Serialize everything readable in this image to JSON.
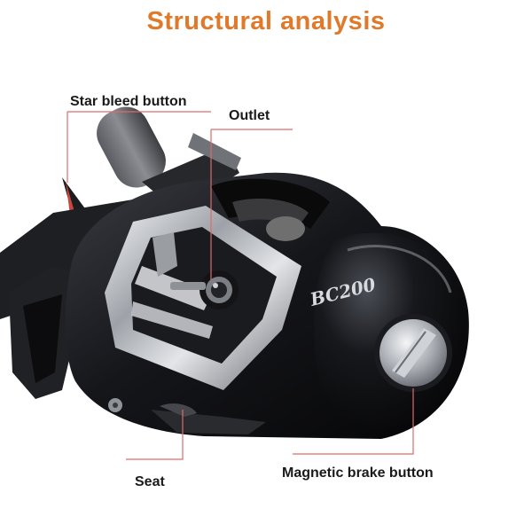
{
  "title": "Structural analysis",
  "colors": {
    "title": "#e07a2a",
    "leader_line": "#e06a6a",
    "label": "#1a1a1a",
    "reel_body": "#121316",
    "chrome": "#b8bcc2"
  },
  "labels": {
    "star_bleed_button": "Star bleed button",
    "outlet": "Outlet",
    "seat": "Seat",
    "magnetic_brake_button": "Magnetic brake button"
  },
  "reel": {
    "model_text": "BC200"
  }
}
